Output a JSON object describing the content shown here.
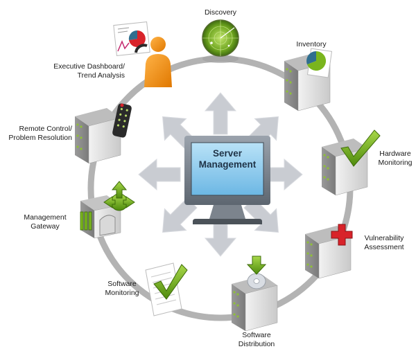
{
  "center": {
    "line1": "Server",
    "line2": "Management"
  },
  "nodes": [
    {
      "id": "discovery",
      "lines": [
        "Discovery"
      ],
      "icon": "radar-icon"
    },
    {
      "id": "inventory",
      "lines": [
        "Inventory"
      ],
      "icon": "server-report-icon"
    },
    {
      "id": "hardware-monitoring",
      "lines": [
        "Hardware",
        "Monitoring"
      ],
      "icon": "server-checkmark-icon"
    },
    {
      "id": "vulnerability-assessment",
      "lines": [
        "Vulnerability",
        "Assessment"
      ],
      "icon": "server-red-cross-icon"
    },
    {
      "id": "software-distribution",
      "lines": [
        "Software",
        "Distribution"
      ],
      "icon": "server-cd-download-icon"
    },
    {
      "id": "software-monitoring",
      "lines": [
        "Software",
        "Monitoring"
      ],
      "icon": "document-checkmark-icon"
    },
    {
      "id": "management-gateway",
      "lines": [
        "Management",
        "Gateway"
      ],
      "icon": "gateway-arrows-icon"
    },
    {
      "id": "remote-control",
      "lines": [
        "Remote Control/",
        "Problem Resolution"
      ],
      "icon": "server-remote-icon"
    },
    {
      "id": "executive-dashboard",
      "lines": [
        "Executive Dashboard/",
        "Trend Analysis"
      ],
      "icon": "person-chart-icon"
    }
  ],
  "colors": {
    "ring": "#b3b3b3",
    "arrow": "#c9ccd2",
    "server": "#d6d6d6",
    "screen": "#7ec3ea",
    "accent_green": "#7ab51d",
    "accent_red": "#d8232a",
    "accent_orange": "#f08c00"
  }
}
